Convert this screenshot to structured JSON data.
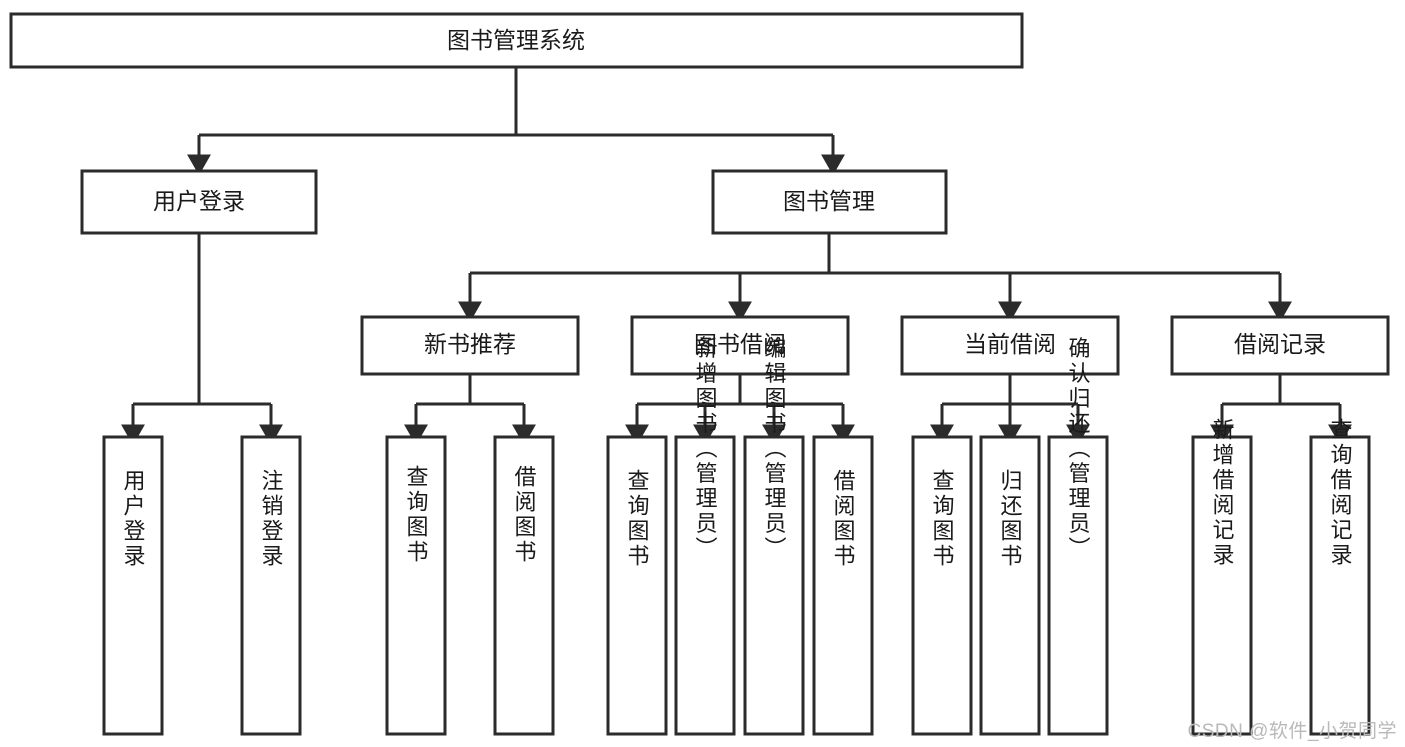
{
  "diagram": {
    "title": "图书管理系统",
    "watermark": "CSDN @软件_小贺同学",
    "colors": {
      "stroke": "#2b2b2b",
      "fill": "#ffffff",
      "text": "#1a1a1a",
      "background": "#ffffff",
      "watermark": "#b9b9b9"
    },
    "root": {
      "label": "图书管理系统"
    },
    "level2": [
      {
        "label": "用户登录"
      },
      {
        "label": "图书管理"
      }
    ],
    "level3": [
      {
        "label": "新书推荐"
      },
      {
        "label": "图书借阅"
      },
      {
        "label": "当前借阅"
      },
      {
        "label": "借阅记录"
      }
    ],
    "leaves": {
      "user_login": [
        {
          "label": "用户登录"
        },
        {
          "label": "注销登录"
        }
      ],
      "new_book_recommend": [
        {
          "label": "查询图书"
        },
        {
          "label": "借阅图书"
        }
      ],
      "book_borrow": [
        {
          "label": "查询图书"
        },
        {
          "label": "新增图书（管理员）"
        },
        {
          "label": "编辑图书（管理员）"
        },
        {
          "label": "借阅图书"
        }
      ],
      "current_borrow": [
        {
          "label": "查询图书"
        },
        {
          "label": "归还图书"
        },
        {
          "label": "确认归还（管理员）"
        }
      ],
      "borrow_record": [
        {
          "label": "新增借阅记录"
        },
        {
          "label": "查询借阅记录"
        }
      ]
    }
  }
}
